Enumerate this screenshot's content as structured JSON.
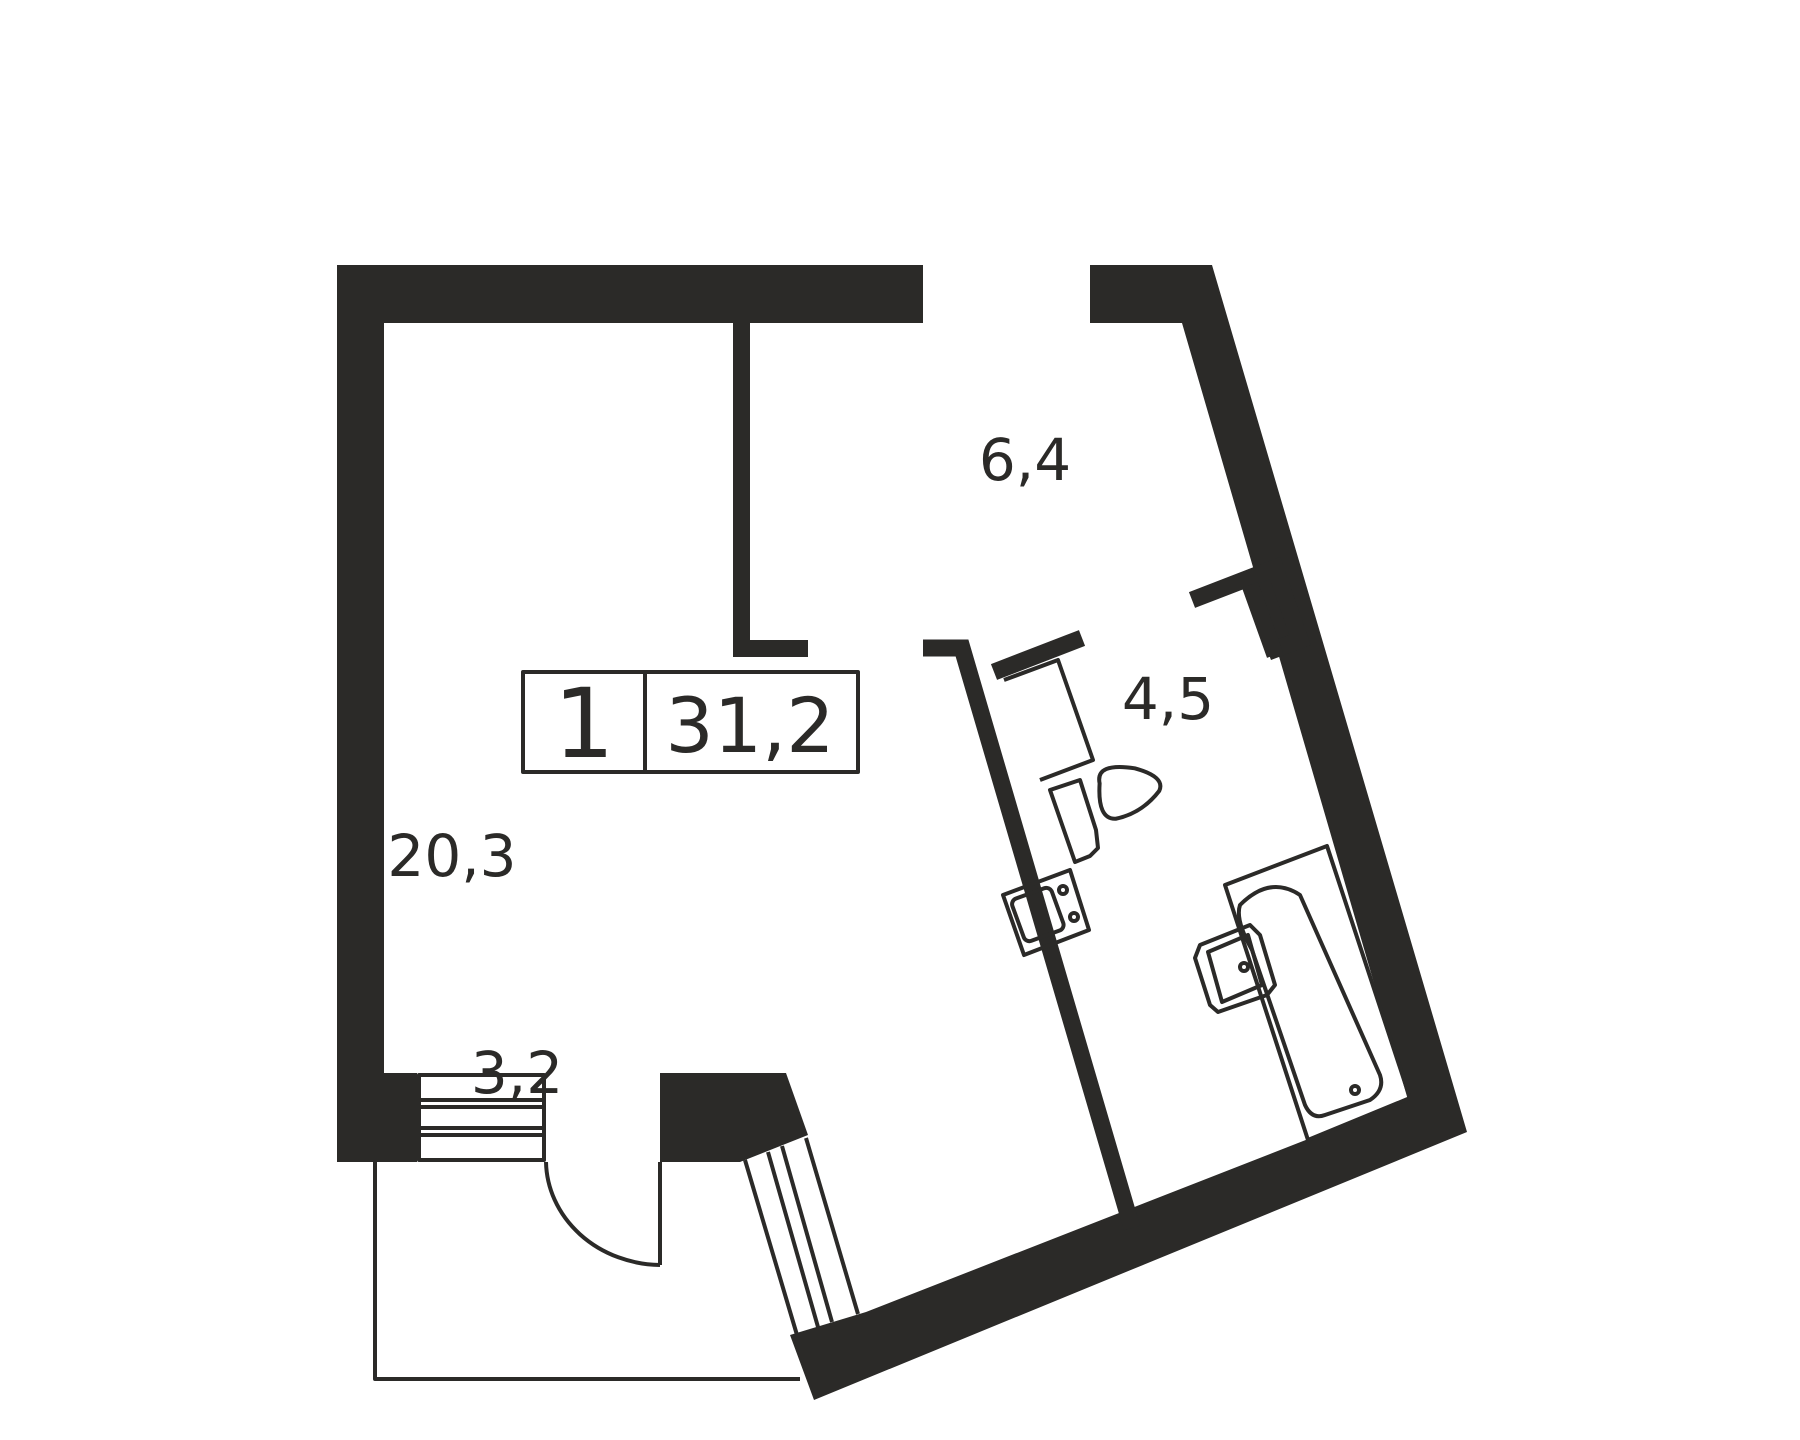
{
  "plan": {
    "room_count": "1",
    "total_area": "31,2",
    "rooms": {
      "living_area": "20,3",
      "kitchen_area": "6,4",
      "bathroom_area": "4,5",
      "balcony_area": "3,2"
    },
    "colors": {
      "wall": "#2b2a28",
      "background": "#ffffff"
    }
  }
}
